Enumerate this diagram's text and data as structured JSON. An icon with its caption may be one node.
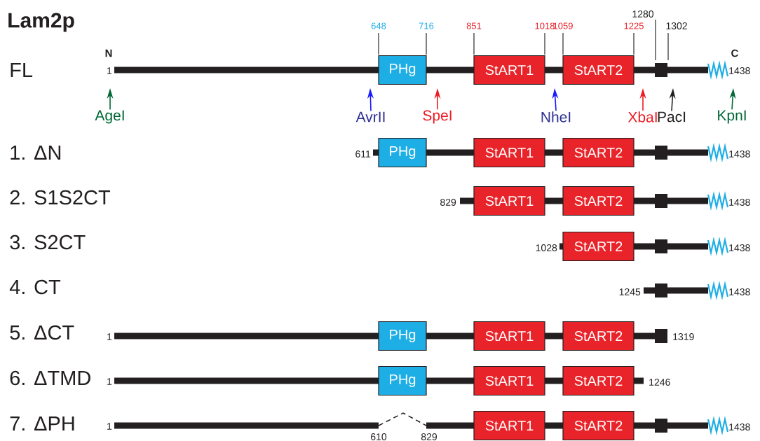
{
  "diagram": {
    "title": "Lam2p",
    "nodes": [
      {
        "text": [
          "PHg"
        ],
        "beside": [
          "648",
          "716"
        ]
      },
      {
        "text": [
          "StART1"
        ],
        "beside": [
          "851",
          "1018"
        ]
      },
      {
        "text": [
          "StART2"
        ],
        "beside": [
          "1059",
          "1225"
        ]
      },
      {
        "text": [
          "AgeI"
        ]
      },
      {
        "text": [
          "AvrII"
        ]
      },
      {
        "text": [
          "SpeI"
        ]
      },
      {
        "text": [
          "NheI"
        ]
      },
      {
        "text": [
          "XbaI"
        ]
      },
      {
        "text": [
          "PacI"
        ]
      },
      {
        "text": [
          "KpnI"
        ]
      },
      {
        "text": [
          "PHg"
        ]
      },
      {
        "text": [
          "StART1"
        ]
      },
      {
        "text": [
          "StART2"
        ]
      },
      {
        "text": [
          "StART1"
        ]
      },
      {
        "text": [
          "StART2"
        ]
      },
      {
        "text": [
          "StART2"
        ]
      },
      {
        "text": [
          "PHg"
        ]
      },
      {
        "text": [
          "StART1"
        ]
      },
      {
        "text": [
          "StART2"
        ]
      },
      {
        "text": [
          "PHg"
        ]
      },
      {
        "text": [
          "StART1"
        ]
      },
      {
        "text": [
          "StART2"
        ]
      },
      {
        "text": [
          "StART1"
        ]
      },
      {
        "text": [
          "StART2"
        ]
      }
    ],
    "edges": [
      {
        "from": 3,
        "to": null,
        "arrow": "to",
        "color": "#006837"
      },
      {
        "from": 4,
        "to": null,
        "arrow": "to",
        "color": "#1a1aff"
      },
      {
        "from": 5,
        "to": null,
        "arrow": "to",
        "color": "#ed1c24"
      },
      {
        "from": 6,
        "to": null,
        "arrow": "to",
        "color": "#1a1aff"
      },
      {
        "from": 7,
        "to": null,
        "arrow": "to",
        "color": "#ed1c24"
      },
      {
        "from": 8,
        "to": null,
        "arrow": "to",
        "color": "#231f20"
      },
      {
        "from": 9,
        "to": null,
        "arrow": "to",
        "color": "#006837"
      }
    ],
    "labels": [
      "1280",
      "1302",
      "N",
      "C",
      "FL",
      "1",
      "1438",
      "1.  ΔN",
      "611",
      "1438",
      "2. S1S2CT",
      "829",
      "1438",
      "3. S2CT",
      "1028",
      "1438",
      "4. CT",
      "1245",
      "1438",
      "5. ΔCT",
      "1",
      "1319",
      "6. ΔTMD",
      "1",
      "1246",
      "7. ΔPH",
      "1",
      "1438",
      "610",
      "829"
    ]
  }
}
